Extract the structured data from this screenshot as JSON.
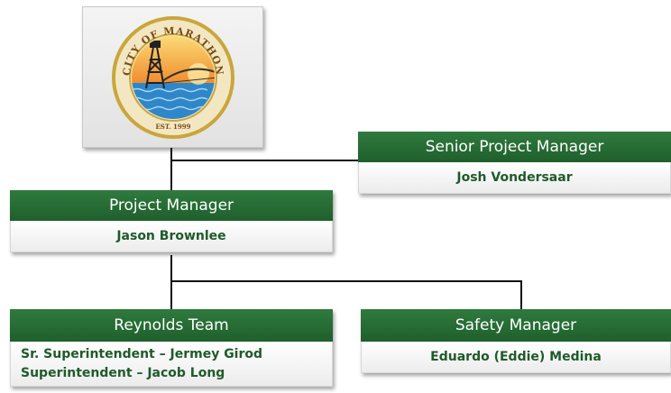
{
  "logo": {
    "ring_text": "CITY OF MARATHON",
    "est_text": "EST. 1999",
    "colors": {
      "ring": "#c9a63c",
      "sky": "#f3a23a",
      "sea": "#2f87c9",
      "tower": "#222222"
    }
  },
  "nodes": {
    "senior": {
      "title": "Senior Project Manager",
      "names": [
        "Josh Vondersaar"
      ]
    },
    "pm": {
      "title": "Project Manager",
      "names": [
        "Jason Brownlee"
      ]
    },
    "reynolds": {
      "title": "Reynolds Team",
      "names": [
        "Sr. Superintendent – Jermey Girod",
        "Superintendent – Jacob Long"
      ]
    },
    "safety": {
      "title": "Safety Manager",
      "names": [
        "Eduardo (Eddie) Medina"
      ]
    }
  },
  "colors": {
    "header_green": "#236a33",
    "name_green": "#1f5a2b",
    "connector": "#111111"
  }
}
